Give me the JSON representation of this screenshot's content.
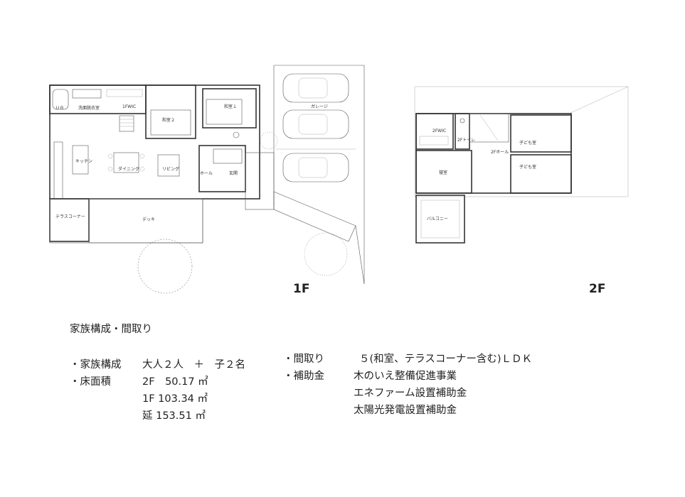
{
  "floor_labels": {
    "first": "1F",
    "second": "2F"
  },
  "rooms_1f": {
    "ub": "ＵＢ",
    "senmen": "洗面脱衣室",
    "fwic": "1FWIC",
    "washitsu2": "和室２",
    "washitsu1": "和室１",
    "garage": "ガレージ",
    "kitchen": "キッチン",
    "dining": "ダイニング",
    "living": "リビング",
    "hall": "ホール",
    "genkan": "玄関",
    "terrace": "テラスコーナー",
    "deck": "デッキ"
  },
  "rooms_2f": {
    "wic": "2FWIC",
    "toilet": "2Fトイレ",
    "kodomo1": "子ども室",
    "hall": "2Fホール",
    "kodomo2": "子ども室",
    "shinshitsu": "寝室",
    "balcony": "バルコニー"
  },
  "info": {
    "heading": "家族構成・間取り",
    "family_label": "・家族構成",
    "family_value": "大人２人　＋　子２名",
    "area_label": "・床面積",
    "area_2f": "2F　50.17 ㎡",
    "area_1f": "1F 103.34 ㎡",
    "area_total": "延 153.51 ㎡",
    "layout_label": "・間取り",
    "layout_value": "５(和室、テラスコーナー含む)ＬＤＫ",
    "subsidy_label": "・補助金",
    "subsidies": [
      "木のいえ整備促進事業",
      "エネファーム設置補助金",
      "太陽光発電設置補助金"
    ]
  }
}
